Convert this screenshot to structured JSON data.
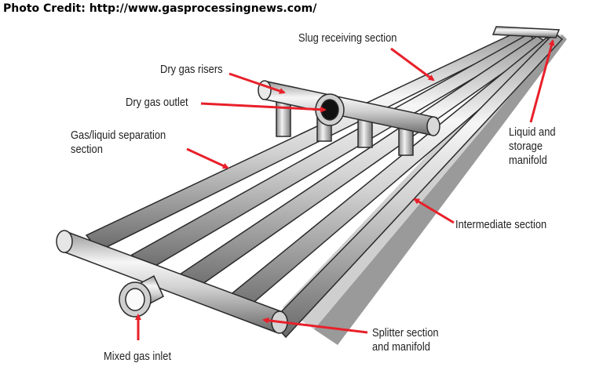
{
  "credit": "Photo Credit: http://www.gasprocessingnews.com/",
  "labels": {
    "slug_receiving": "Slug receiving section",
    "dry_gas_risers": "Dry gas risers",
    "dry_gas_outlet": "Dry gas outlet",
    "gas_liquid_line1": "Gas/liquid separation",
    "gas_liquid_line2": "section",
    "liquid_storage_line1": "Liquid and",
    "liquid_storage_line2": "storage",
    "liquid_storage_line3": "manifold",
    "intermediate": "Intermediate section",
    "splitter_line1": "Splitter section",
    "splitter_line2": "and manifold",
    "mixed_gas_inlet": "Mixed gas inlet"
  },
  "colors": {
    "arrow": "#e8202a",
    "pipe_light": "#f4f4f4",
    "pipe_mid": "#bdbdbd",
    "pipe_dark": "#6e6e6e",
    "outline": "#2a2a2a"
  }
}
